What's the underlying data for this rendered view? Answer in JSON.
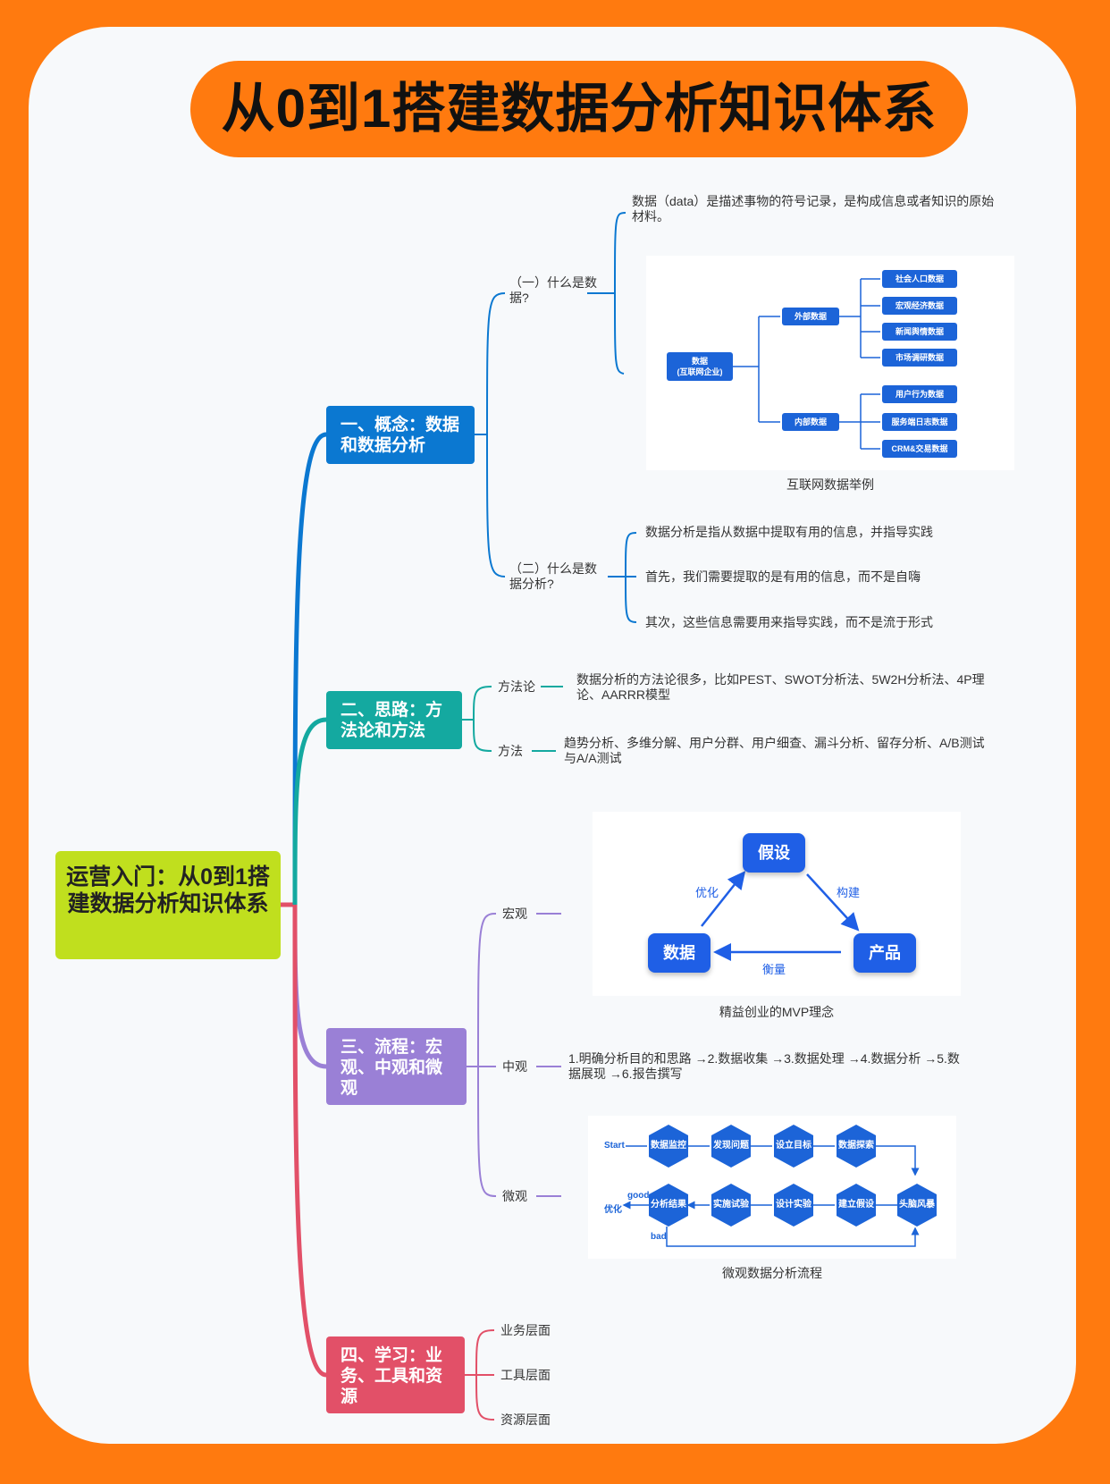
{
  "title": "从0到1搭建数据分析知识体系",
  "root": {
    "label": "运营入门：从0到1搭建数据分析知识体系"
  },
  "branches": [
    {
      "label": "一、概念：数据和数据分析",
      "color": "#0b78d1"
    },
    {
      "label": "二、思路：方法论和方法",
      "color": "#14a9a0"
    },
    {
      "label": "三、流程：宏观、中观和微观",
      "color": "#9a80d6"
    },
    {
      "label": "四、学习：业务、工具和资源",
      "color": "#e25068"
    }
  ],
  "concept": {
    "what_is_data": {
      "label": "（一）什么是数据?",
      "definition": "数据（data）是描述事物的符号记录，是构成信息或者知识的原始材料。",
      "figure": {
        "root": "数据\n(互联网企业)",
        "external": "外部数据",
        "internal": "内部数据",
        "external_items": [
          "社会人口数据",
          "宏观经济数据",
          "新闻舆情数据",
          "市场调研数据"
        ],
        "internal_items": [
          "用户行为数据",
          "服务端日志数据",
          "CRM&交易数据"
        ],
        "caption": "互联网数据举例"
      }
    },
    "what_is_analysis": {
      "label": "（二）什么是数据分析?",
      "points": [
        "数据分析是指从数据中提取有用的信息，并指导实践",
        "首先，我们需要提取的是有用的信息，而不是自嗨",
        "其次，这些信息需要用来指导实践，而不是流于形式"
      ]
    }
  },
  "thinking": {
    "methodology": {
      "label": "方法论",
      "text": "数据分析的方法论很多，比如PEST、SWOT分析法、5W2H分析法、4P理论、AARRR模型"
    },
    "methods": {
      "label": "方法",
      "text": "趋势分析、多维分解、用户分群、用户细查、漏斗分析、留存分析、A/B测试与A/A测试"
    }
  },
  "process": {
    "macro": {
      "label": "宏观",
      "figure": {
        "nodes": [
          "假设",
          "产品",
          "数据"
        ],
        "edges": [
          "构建",
          "衡量",
          "优化"
        ],
        "caption": "精益创业的MVP理念"
      }
    },
    "meso": {
      "label": "中观",
      "text": "1.明确分析目的和思路 →2.数据收集 →3.数据处理 →4.数据分析 →5.数据展现 →6.报告撰写"
    },
    "micro": {
      "label": "微观",
      "figure": {
        "start": "Start",
        "top_row": [
          "数据监控",
          "发现问题",
          "设立目标",
          "数据探索"
        ],
        "bottom_row": [
          "分析结果",
          "实施试验",
          "设计实验",
          "建立假设",
          "头脑风暴"
        ],
        "good": "good",
        "bad": "bad",
        "optimize": "优化",
        "caption": "微观数据分析流程"
      }
    }
  },
  "learning": {
    "items": [
      "业务层面",
      "工具层面",
      "资源层面"
    ]
  }
}
